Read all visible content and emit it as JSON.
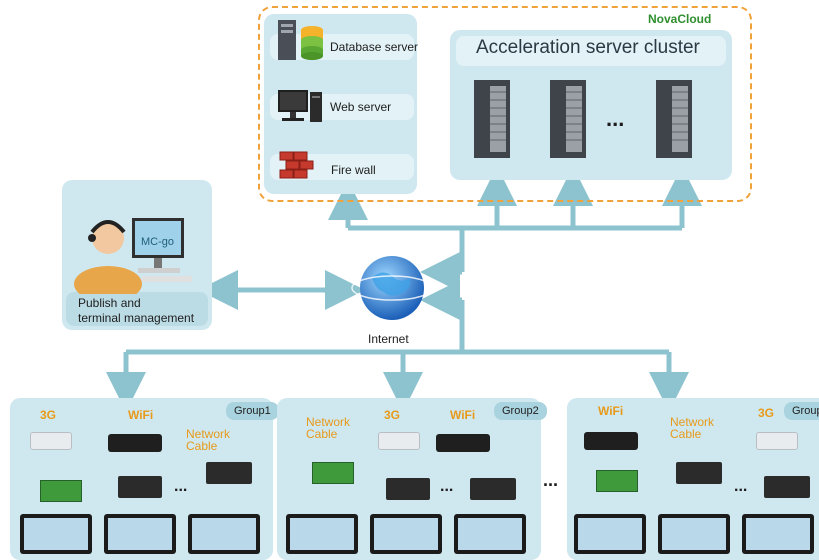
{
  "cloud": {
    "brand": "NovaCloud",
    "cluster_title": "Acceleration server cluster",
    "ellipsis": "...",
    "servers": {
      "database": "Database server",
      "web": "Web server",
      "firewall": "Fire wall"
    }
  },
  "terminal": {
    "screen_text": "MC-go",
    "caption_line1": "Publish and",
    "caption_line2": "terminal management"
  },
  "internet_label": "Internet",
  "groups": [
    {
      "name": "Group1",
      "labels": {
        "g3": "3G",
        "wifi": "WiFi",
        "cable_line1": "Network",
        "cable_line2": "Cable"
      },
      "ellipsis": "..."
    },
    {
      "name": "Group2",
      "labels": {
        "cable_line1": "Network",
        "cable_line2": "Cable",
        "g3": "3G",
        "wifi": "WiFi"
      },
      "ellipsis": "..."
    },
    {
      "name": "Group",
      "labels": {
        "wifi": "WiFi",
        "cable_line1": "Network",
        "cable_line2": "Cable",
        "g3": "3G"
      },
      "ellipsis": "..."
    }
  ],
  "between_groups_ellipsis": "...",
  "colors": {
    "arrow": "#8cc3cf",
    "panel": "#cfe8ef",
    "brand": "#2f8f2f",
    "accent_label": "#e79a1b",
    "cloud_border": "#f0a23a"
  }
}
